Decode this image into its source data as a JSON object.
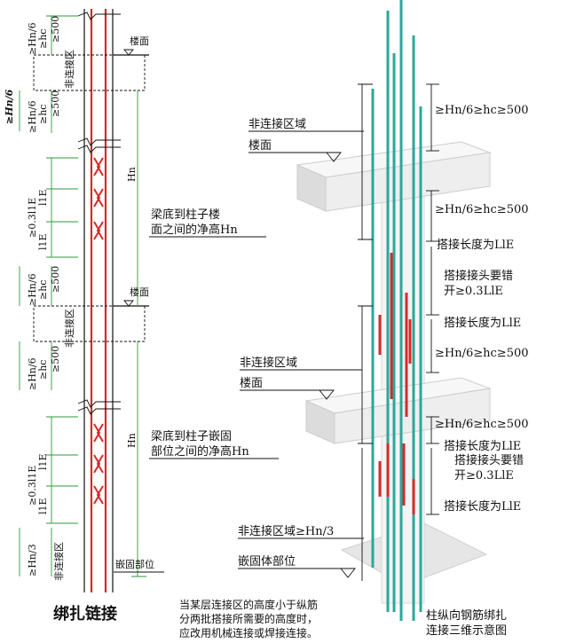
{
  "left": {
    "title": "绑扎链接",
    "top_ge_hn6_hc_500": [
      "≥Hn/6",
      "≥hc",
      "≥500"
    ],
    "side_hn6": "≥Hn/6",
    "non_connect_zone": "非连接区",
    "upper_ge_hn6_hc_500": [
      "≥Hn/6",
      "≥hc",
      "≥500"
    ],
    "lap_031l": "≥0.3l1E",
    "l1e_a": "l1E",
    "l1e_b": "l1E",
    "mid_ge_hn6_hc_500": [
      "≥Hn/6",
      "≥hc",
      "≥500"
    ],
    "mid2_ge_hn6_hc_500": [
      "≥Hn/6",
      "≥hc",
      "≥500"
    ],
    "lap2_031l": "≥0.3l1E",
    "l1e_c": "l1E",
    "l1e_d": "l1E",
    "bottom_hn3": "≥Hn/3",
    "floor_label_1": "楼面",
    "floor_label_2": "楼面",
    "embed_label": "嵌固部位",
    "hn_1": "Hn",
    "hn_2": "Hn",
    "desc_1_line1": "梁底到柱子楼",
    "desc_1_line2": "面之间的净高Hn",
    "desc_2_line1": "梁底到柱子嵌固",
    "desc_2_line2": "部位之间的净高Hn",
    "note_line1": "当某层连接区的高度小于纵筋",
    "note_line2": "分两批搭接所需要的高度时，",
    "note_line3": "应改用机械连接或焊接连接。"
  },
  "right": {
    "label_nonzone_1": "非连接区域",
    "label_floor_1": "楼面",
    "dim_1": "≥Hn/6≥hc≥500",
    "dim_2": "≥Hn/6≥hc≥500",
    "lap_len_1": "搭接长度为LlE",
    "stagger_1_line1": "搭接接头要错",
    "stagger_1_line2": "开≥0.3LlE",
    "lap_len_2": "搭接长度为LlE",
    "dim_3": "≥Hn/6≥hc≥500",
    "label_nonzone_2": "非连接区域",
    "label_floor_2": "楼面",
    "dim_4": "≥Hn/6≥hc≥500",
    "lap_len_3": "搭接长度为LlE",
    "stagger_2_line1": "搭接接头要错",
    "stagger_2_line2": "开≥0.3LlE",
    "lap_len_4": "搭接长度为LlE",
    "label_nonzone_3": "非连接区域≥Hn/3",
    "label_embed": "嵌固体部位",
    "caption_line1": "柱纵向钢筋绑扎",
    "caption_line2": "连接三维示意图"
  },
  "colors": {
    "rebar_red": "#d42a2a",
    "rebar_teal": "#2aa89a",
    "dim_green": "#2c9a3a"
  }
}
